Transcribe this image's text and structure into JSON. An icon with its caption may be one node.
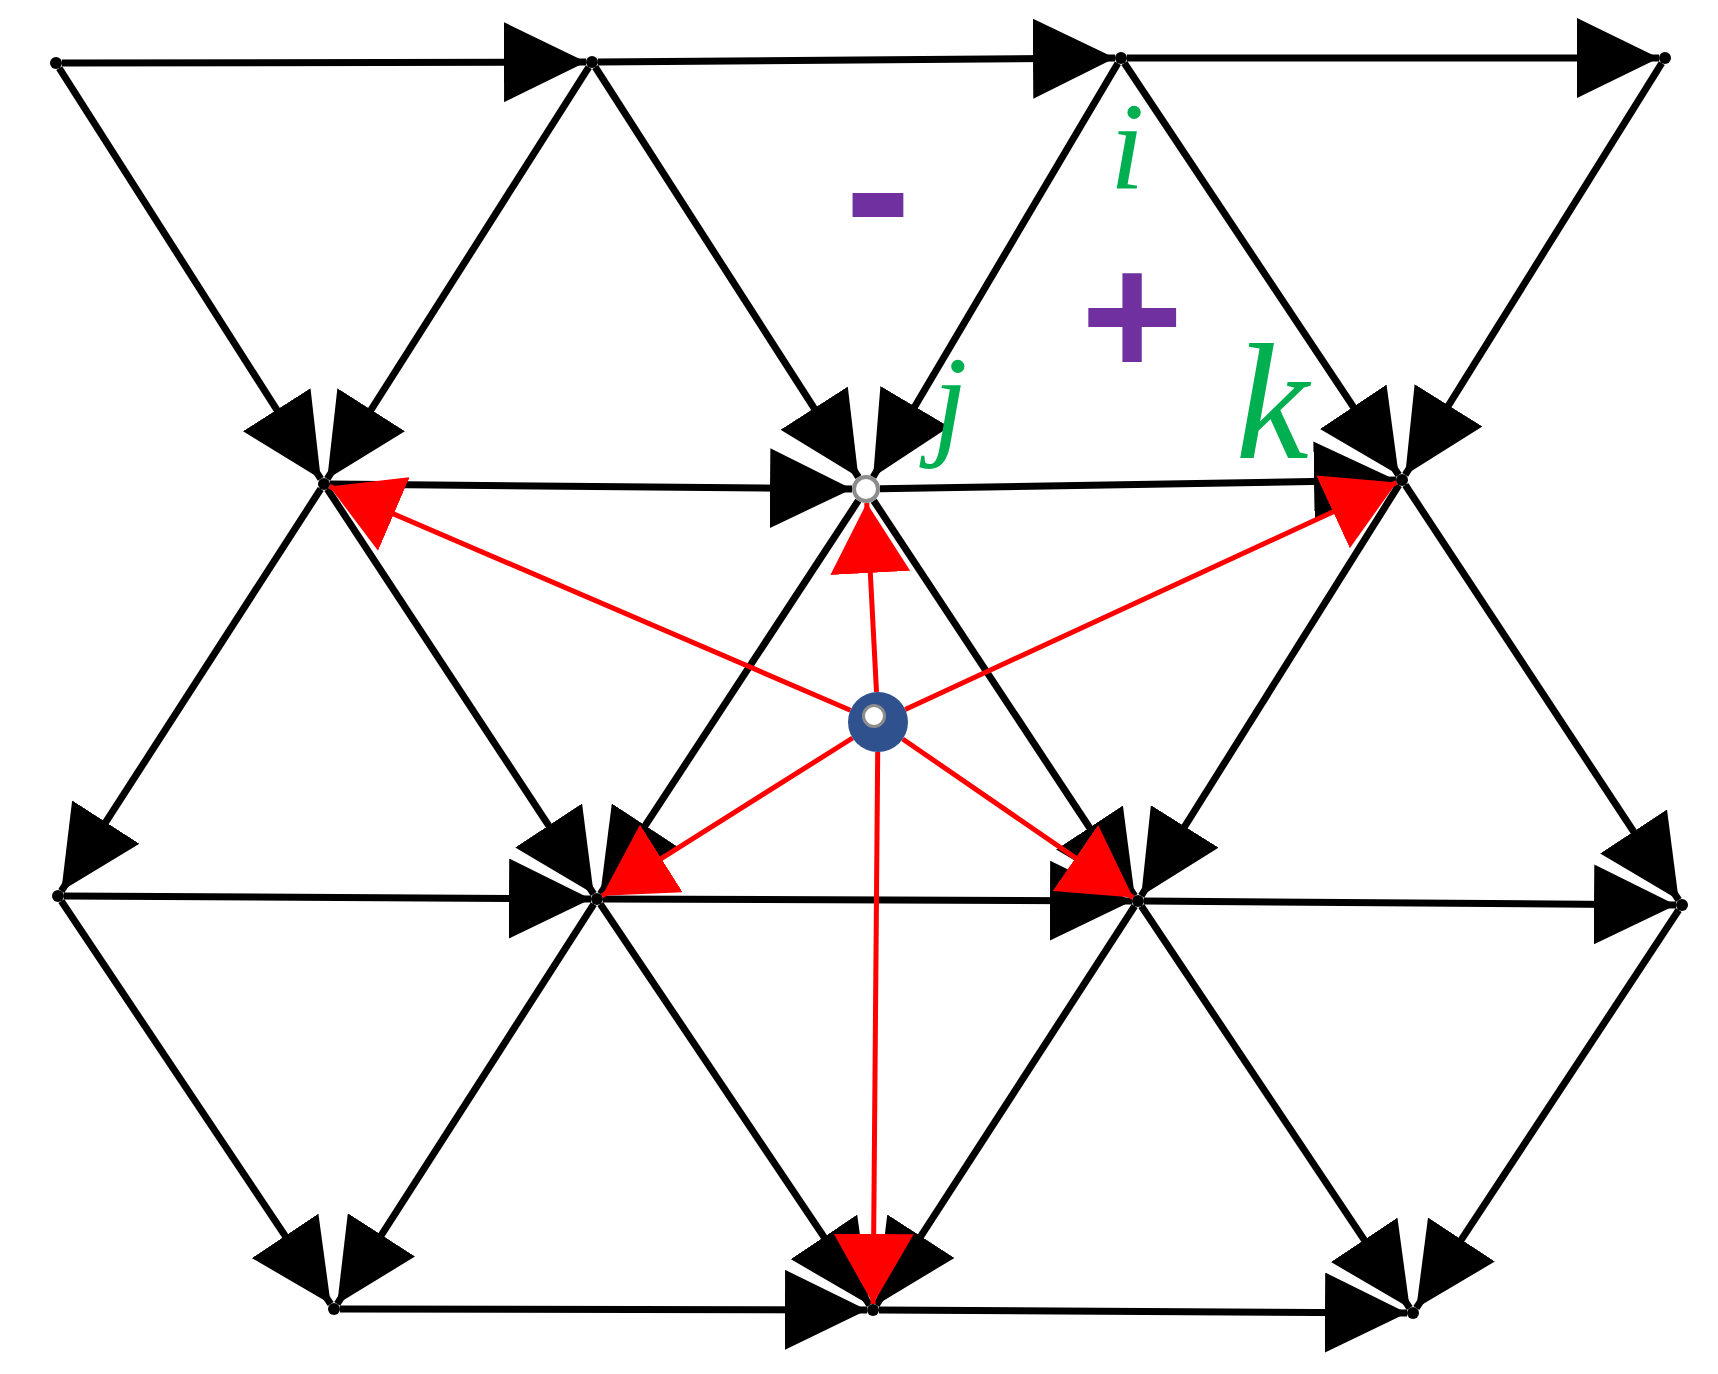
{
  "diagram": {
    "nodes": [
      {
        "text": [],
        "shape": "point"
      },
      {
        "text": [],
        "shape": "point"
      },
      {
        "text": [],
        "shape": "point",
        "beside": [
          "i"
        ]
      },
      {
        "text": [],
        "shape": "point"
      },
      {
        "text": [],
        "shape": "point"
      },
      {
        "text": [],
        "shape": "circle",
        "beside": [
          "j"
        ]
      },
      {
        "text": [],
        "shape": "point",
        "beside": [
          "k"
        ]
      },
      {
        "text": [],
        "shape": "circle"
      },
      {
        "text": [],
        "shape": "point"
      },
      {
        "text": [],
        "shape": "point"
      },
      {
        "text": [],
        "shape": "point"
      },
      {
        "text": [],
        "shape": "point"
      },
      {
        "text": [],
        "shape": "point"
      },
      {
        "text": [],
        "shape": "point"
      },
      {
        "text": [],
        "shape": "point"
      }
    ],
    "edges": [
      {
        "from": 0,
        "to": 1,
        "arrow": "to"
      },
      {
        "from": 1,
        "to": 2,
        "arrow": "to"
      },
      {
        "from": 2,
        "to": 3,
        "arrow": "to"
      },
      {
        "from": 0,
        "to": 4,
        "arrow": "to"
      },
      {
        "from": 1,
        "to": 4,
        "arrow": "to"
      },
      {
        "from": 1,
        "to": 5,
        "arrow": "to"
      },
      {
        "from": 2,
        "to": 5,
        "arrow": "to"
      },
      {
        "from": 2,
        "to": 6,
        "arrow": "to"
      },
      {
        "from": 3,
        "to": 6,
        "arrow": "to"
      },
      {
        "from": 4,
        "to": 5,
        "arrow": "to"
      },
      {
        "from": 5,
        "to": 6,
        "arrow": "to"
      },
      {
        "from": 4,
        "to": 8,
        "arrow": "to"
      },
      {
        "from": 4,
        "to": 9,
        "arrow": "to"
      },
      {
        "from": 5,
        "to": 9,
        "arrow": "to"
      },
      {
        "from": 5,
        "to": 10,
        "arrow": "to"
      },
      {
        "from": 6,
        "to": 10,
        "arrow": "to"
      },
      {
        "from": 6,
        "to": 11,
        "arrow": "to"
      },
      {
        "from": 8,
        "to": 9,
        "arrow": "to"
      },
      {
        "from": 9,
        "to": 10,
        "arrow": "to"
      },
      {
        "from": 10,
        "to": 11,
        "arrow": "to"
      },
      {
        "from": 8,
        "to": 12,
        "arrow": "to"
      },
      {
        "from": 9,
        "to": 12,
        "arrow": "to"
      },
      {
        "from": 9,
        "to": 13,
        "arrow": "to"
      },
      {
        "from": 10,
        "to": 13,
        "arrow": "to"
      },
      {
        "from": 10,
        "to": 14,
        "arrow": "to"
      },
      {
        "from": 11,
        "to": 14,
        "arrow": "to"
      },
      {
        "from": 12,
        "to": 13,
        "arrow": "to"
      },
      {
        "from": 13,
        "to": 14,
        "arrow": "to"
      },
      {
        "from": 7,
        "to": 4,
        "arrow": "to",
        "color": "#ff0000"
      },
      {
        "from": 7,
        "to": 5,
        "arrow": "to",
        "color": "#ff0000"
      },
      {
        "from": 7,
        "to": 6,
        "arrow": "to",
        "color": "#ff0000"
      },
      {
        "from": 7,
        "to": 9,
        "arrow": "to",
        "color": "#ff0000"
      },
      {
        "from": 7,
        "to": 10,
        "arrow": "to",
        "color": "#ff0000"
      },
      {
        "from": 7,
        "to": 13,
        "arrow": "to",
        "color": "#ff0000"
      }
    ],
    "labels": [
      "-",
      "+"
    ]
  }
}
